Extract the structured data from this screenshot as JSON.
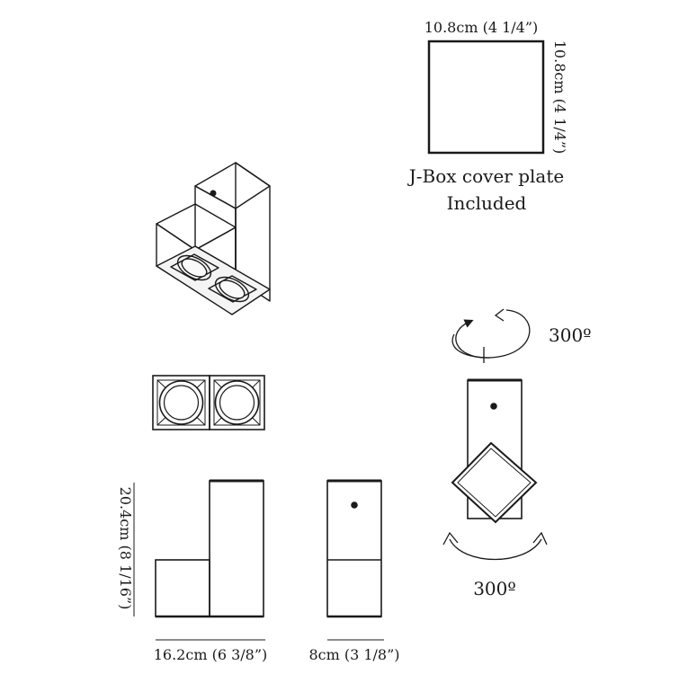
{
  "jbox": {
    "width_label": "10.8cm (4 1/4”)",
    "height_label": "10.8cm (4 1/4”)",
    "caption_line1": "J-Box cover plate",
    "caption_line2": "Included"
  },
  "rotation": {
    "horizontal_label": "300º",
    "vertical_label": "300º"
  },
  "dimensions": {
    "height_label": "20.4cm (8 1/16”)",
    "front_width_label": "16.2cm (6 3/8”)",
    "side_width_label": "8cm (3 1/8”)"
  },
  "colors": {
    "line": "#1a1a1a",
    "background": "#ffffff"
  },
  "icons": {
    "horizontal_rotation": "rotate-horizontal-arrow-icon",
    "vertical_rotation": "rotate-vertical-arrow-icon"
  }
}
